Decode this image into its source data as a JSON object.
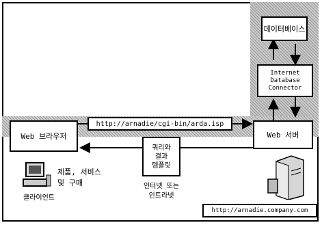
{
  "nodes": {
    "database": "데이터베이스",
    "idc": "Internet\nDatabase\nConnector",
    "web_server": "Web 서버",
    "browser": "Web 브라우저",
    "idc_file": "쿼리와\n결과\n템플릿",
    "client": "클라이언트",
    "product_service": "제품, 서비스\n및 구매",
    "internet_intranet": "인터넷 또는\n인트라넷"
  },
  "urls": {
    "request": "http://arnadie/cgi-bin/arda.isp",
    "host": "http://arnadie.company.com"
  },
  "colors": {
    "line": "#000000",
    "box": "#ffffff"
  },
  "icons": [
    "client-computer-icon",
    "server-tower-icon"
  ]
}
